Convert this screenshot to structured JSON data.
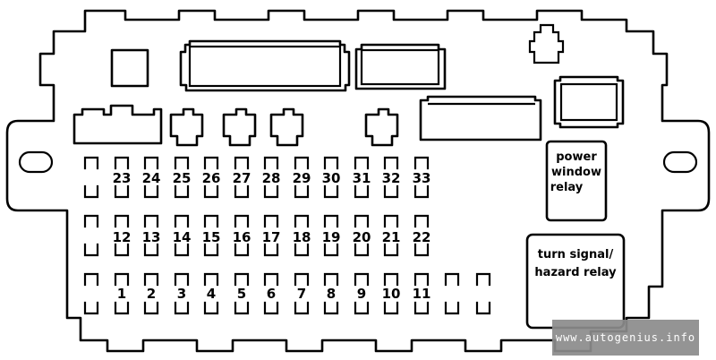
{
  "fuses": {
    "row1": [
      "23",
      "24",
      "25",
      "26",
      "27",
      "28",
      "29",
      "30",
      "31",
      "32",
      "33"
    ],
    "row2": [
      "12",
      "13",
      "14",
      "15",
      "16",
      "17",
      "18",
      "19",
      "20",
      "21",
      "22"
    ],
    "row3": [
      "1",
      "2",
      "3",
      "4",
      "5",
      "6",
      "7",
      "8",
      "9",
      "10",
      "11"
    ]
  },
  "relays": {
    "power_window": [
      "power",
      "window",
      "relay"
    ],
    "turn_signal": [
      "turn signal/",
      "hazard relay"
    ]
  },
  "watermark": "www.autogenius.info"
}
